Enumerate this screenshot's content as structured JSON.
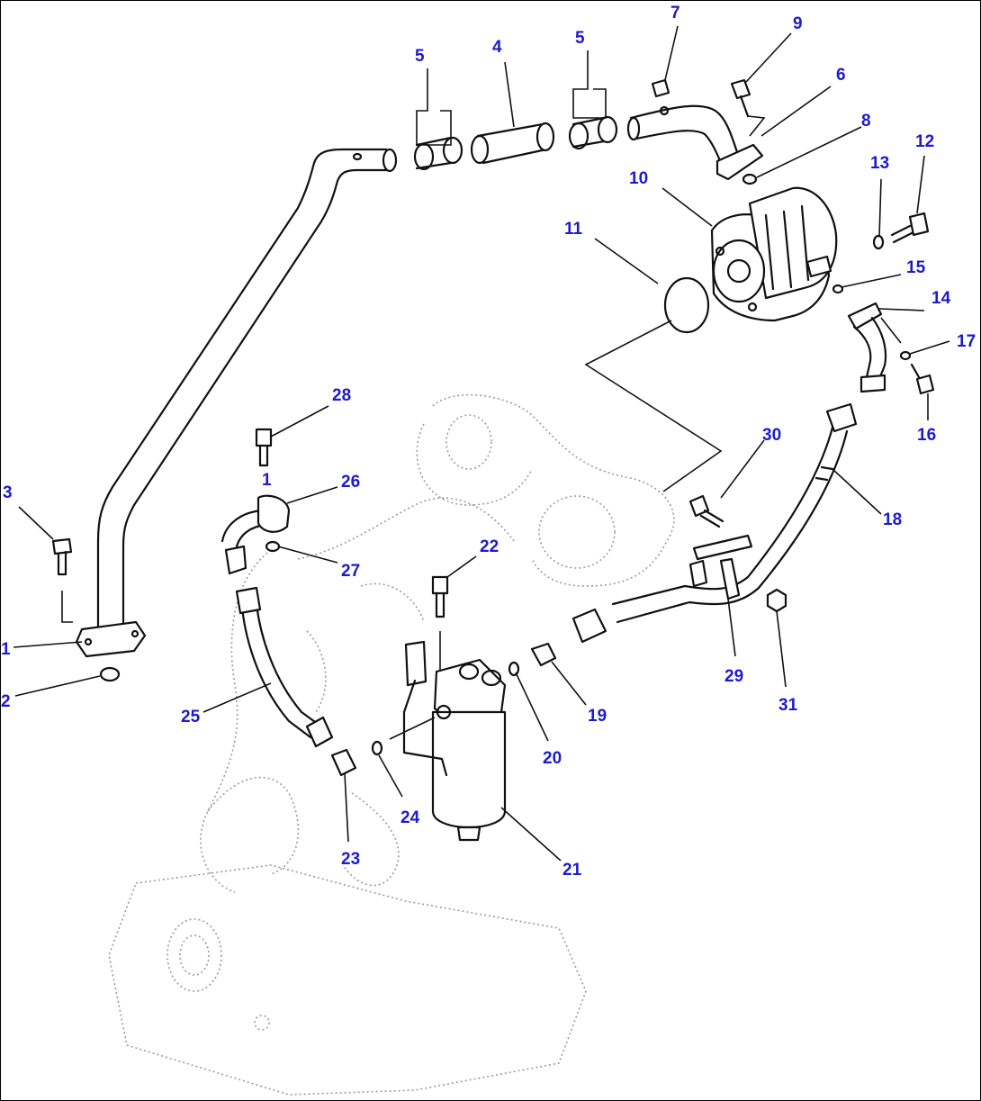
{
  "colors": {
    "callout": "#1b1bd0",
    "line": "#111111",
    "ghost": "#9a9a9a"
  },
  "callouts": {
    "c1": "1",
    "c1b": "1",
    "c2": "2",
    "c3": "3",
    "c4": "4",
    "c5a": "5",
    "c5b": "5",
    "c6": "6",
    "c7": "7",
    "c8": "8",
    "c9": "9",
    "c10": "10",
    "c11": "11",
    "c12": "12",
    "c13": "13",
    "c14": "14",
    "c15": "15",
    "c16": "16",
    "c17": "17",
    "c18": "18",
    "c19": "19",
    "c20": "20",
    "c21": "21",
    "c22": "22",
    "c23": "23",
    "c24": "24",
    "c25": "25",
    "c26": "26",
    "c27": "27",
    "c28": "28",
    "c29": "29",
    "c30": "30",
    "c31": "31"
  }
}
